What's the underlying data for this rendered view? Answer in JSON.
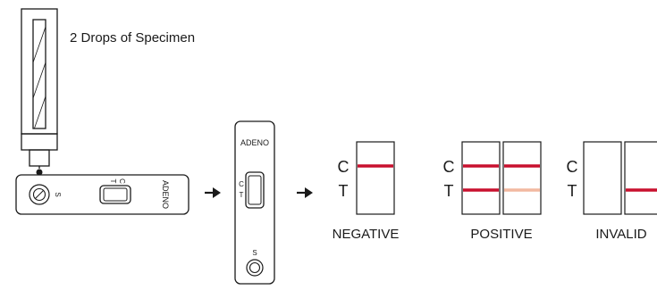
{
  "instruction": "2 Drops of Specimen",
  "cassette_horizontal": {
    "brand": "ADENO",
    "window_labels": {
      "c": "C",
      "t": "T"
    },
    "well_label": "S"
  },
  "cassette_vertical": {
    "brand": "ADENO",
    "window_labels": {
      "c": "C",
      "t": "T"
    },
    "well_label": "S"
  },
  "line_labels": {
    "c": "C",
    "t": "T"
  },
  "results": [
    {
      "label": "NEGATIVE",
      "strips": [
        {
          "c": true,
          "t": false,
          "t_faint": false
        }
      ]
    },
    {
      "label": "POSITIVE",
      "strips": [
        {
          "c": true,
          "t": true,
          "t_faint": false
        },
        {
          "c": true,
          "t": true,
          "t_faint": true
        }
      ]
    },
    {
      "label": "INVALID",
      "strips": [
        {
          "c": false,
          "t": false,
          "t_faint": false
        },
        {
          "c": false,
          "t": true,
          "t_faint": false
        }
      ]
    }
  ],
  "colors": {
    "line": "#c8102e",
    "faint_line": "#f2b8a0",
    "stroke": "#1a1a1a"
  }
}
